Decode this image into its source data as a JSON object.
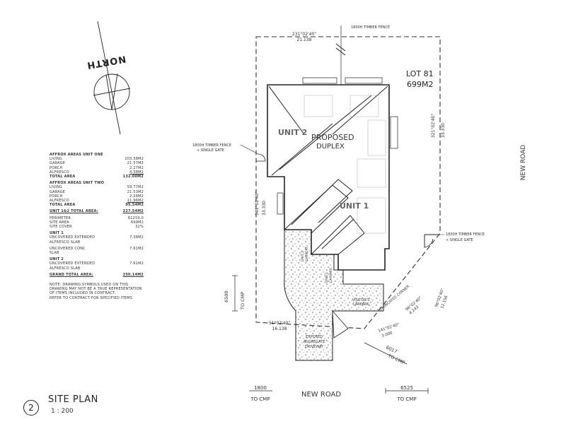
{
  "north_label": "NORTH",
  "lot": {
    "name": "LOT 81",
    "area": "699M2"
  },
  "units": {
    "unit1": "UNIT 1",
    "unit2": "UNIT 2"
  },
  "proposed": [
    "PROPOSED",
    "DUPLEX"
  ],
  "road_right": "NEW ROAD",
  "road_bottom": "NEW ROAD",
  "notes": {
    "fence_top": [
      "1800H TIMBER FENCE"
    ],
    "fence_left": [
      "1800H TIMBER FENCE",
      "+ SINGLE GATE"
    ],
    "fence_right": [
      "1800H TIMBER FENCE",
      "+ SINGLE GATE"
    ],
    "driveway": [
      "EXPOSED",
      "AGGREGATE",
      "DRIVEWAY"
    ],
    "truncated": "TRUNCATED CORNER",
    "carpark_1": [
      "UNIT 1",
      "CARPARK"
    ],
    "carport_2": [
      "UNIT 2",
      "CARPORT"
    ],
    "visitors": [
      "VISITOR'S",
      "CARPARK"
    ]
  },
  "dimensions": {
    "top": [
      "231°02'40\"",
      "21.138"
    ],
    "right": [
      "321°02'40\"",
      "33.330"
    ],
    "left": [
      "141°02'40\"",
      "33.330"
    ],
    "bottom": [
      "51°02'40\"",
      "16.138"
    ],
    "diag1": [
      "96°02'40\"",
      "4.243"
    ],
    "diag2": [
      "141°02'40\"",
      "3.000"
    ],
    "diag3": [
      "96°02'40\"",
      "12.156"
    ],
    "d6500": [
      "6500",
      "TO CMP"
    ],
    "d6017": [
      "6017",
      "TO CMP"
    ],
    "d1800": [
      "1800",
      "TO CMP"
    ],
    "d6525": [
      "6525",
      "TO CMP"
    ]
  },
  "areas": {
    "unit_one": {
      "title": "AFFROX AREAS UNIT ONE",
      "rows": [
        {
          "k": "LIVING",
          "v": "103.58M2"
        },
        {
          "k": "GARAGE",
          "v": "21.57M2"
        },
        {
          "k": "PORCH",
          "v": "2.27M2"
        },
        {
          "k": "ALFRESCO",
          "v": "4.58M2"
        }
      ],
      "total": {
        "k": "TOTAL AREA",
        "v": "132.00M2"
      }
    },
    "unit_two": {
      "title": "AFFROX AREAS UNIT TWO",
      "rows": [
        {
          "k": "LIVING",
          "v": "59.77M2"
        },
        {
          "k": "GARAGE",
          "v": "21.53M2"
        },
        {
          "k": "PORCH",
          "v": "2.28M2"
        },
        {
          "k": "ALFRESCO",
          "v": "11.96M2"
        }
      ],
      "total": {
        "k": "TOTAL AREA",
        "v": "95.54M2"
      }
    },
    "combined": {
      "k": "UNIT 1&2 TOTAL AREA:",
      "v": "227.54M2"
    },
    "site": [
      {
        "k": "PERIMETER",
        "v": "61250.0"
      },
      {
        "k": "SITE AREA",
        "v": "699M2"
      },
      {
        "k": "SITE COVER",
        "v": "32%"
      }
    ],
    "unit1_extras": {
      "title": "UNIT 1",
      "a_k": "UNCOVERED EXTENDED",
      "a_k2": "ALFRESCO SLAB",
      "a_v": "7.38M2",
      "b_k": "UNCOVERED CONC",
      "b_k2": "SLAB",
      "b_v": "7.61M2"
    },
    "unit2_extras": {
      "title": "UNIT 2",
      "a_k": "UNCOVERED EXTENDED",
      "a_k2": "ALFRESCO SLAB",
      "a_v": "7.61M2"
    },
    "grand": {
      "k": "GRAND TOTAL AREA:",
      "v": "250.14M2"
    },
    "note": [
      "NOTE: DRAWING SYMBOLS USED ON THIS",
      "DRAWING MAY NOT BE A TRUE REPRESENTATION",
      "OF ITEMS INCLUDED IN CONTRACT.",
      "REFER TO CONTRACT FOR SPECIFIED ITEMS"
    ]
  },
  "title_block": {
    "number": "2",
    "title": "SITE PLAN",
    "scale": "1 : 200"
  }
}
